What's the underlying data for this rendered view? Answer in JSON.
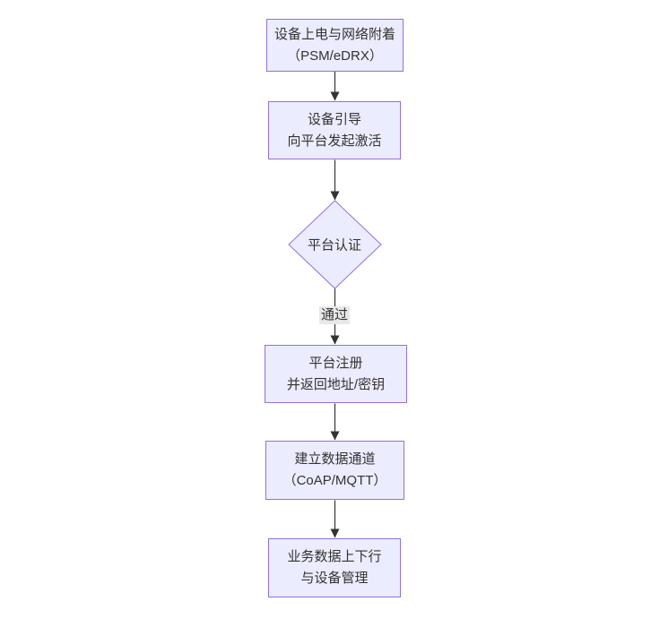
{
  "diagram": {
    "type": "flowchart",
    "direction": "top-down",
    "nodes": {
      "attach": {
        "line1": "设备上电与网络附着",
        "line2": "（PSM/eDRX）"
      },
      "bootstrap": {
        "line1": "设备引导",
        "line2": "向平台发起激活"
      },
      "auth": {
        "label": "平台认证",
        "shape": "diamond"
      },
      "register": {
        "line1": "平台注册",
        "line2": "并返回地址/密钥"
      },
      "channel": {
        "line1": "建立数据通道",
        "line2": "（CoAP/MQTT）"
      },
      "service": {
        "line1": "业务数据上下行",
        "line2": "与设备管理"
      }
    },
    "edges": {
      "attach_to_bootstrap": "",
      "bootstrap_to_auth": "",
      "auth_to_register_label": "通过",
      "register_to_channel": "",
      "channel_to_service": ""
    },
    "colors": {
      "node_fill": "#ECECFF",
      "node_border": "#9370DB",
      "arrow": "#333333",
      "text": "#333333",
      "edge_label_bg": "#E8E8E8",
      "canvas_bg": "#FFFFFF"
    }
  }
}
